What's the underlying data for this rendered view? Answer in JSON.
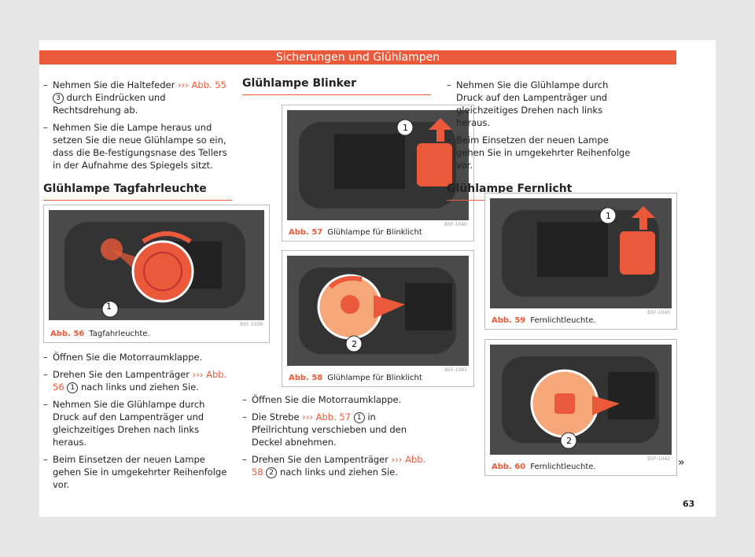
{
  "header": "Sicherungen und Glühlampen",
  "col1": {
    "bullets_top": [
      {
        "pre": "Nehmen Sie die Haltefeder ",
        "ref": "››› Abb. 55",
        "num": "3",
        "post": " durch Eindrücken und Rechtsdrehung ab."
      },
      {
        "text": "Nehmen Sie die Lampe heraus und setzen Sie die neue Glühlampe so ein, dass die Be-festigungsnase des Tellers in der Aufnahme des Spiegels sitzt."
      }
    ],
    "section_title": "Glühlampe Tagfahrleuchte",
    "figure": {
      "code": "B5F-1039",
      "label": "Abb. 56",
      "caption": "Tagfahrleuchte.",
      "callout": "1"
    },
    "bullets_bottom": [
      {
        "text": "Öffnen Sie die Motorraumklappe."
      },
      {
        "pre": "Drehen Sie den Lampenträger ",
        "ref": "››› Abb. 56",
        "num": "1",
        "post": " nach links und ziehen Sie."
      },
      {
        "text": "Nehmen Sie die Glühlampe durch Druck auf den Lampenträger und gleichzeitiges Drehen nach links heraus."
      },
      {
        "text": "Beim Einsetzen der neuen Lampe gehen Sie in umgekehrter Reihenfolge vor."
      }
    ]
  },
  "col2": {
    "section_title": "Glühlampe Blinker",
    "figure1": {
      "code": "B5F-1040",
      "label": "Abb. 57",
      "caption": "Glühlampe für Blinklicht",
      "callout": "1"
    },
    "figure2": {
      "code": "B5F-1041",
      "label": "Abb. 58",
      "caption": "Glühlampe für Blinklicht",
      "callout": "2"
    },
    "bullets": [
      {
        "text": "Öffnen Sie die Motorraumklappe."
      },
      {
        "pre": "Die Strebe ",
        "ref": "››› Abb. 57",
        "num": "1",
        "post": " in Pfeilrichtung verschieben und den Deckel abnehmen."
      },
      {
        "pre": "Drehen Sie den Lampenträger ",
        "ref": "››› Abb. 58",
        "num": "2",
        "post": " nach links und ziehen Sie."
      }
    ]
  },
  "col3": {
    "bullets": [
      {
        "text": "Nehmen Sie die Glühlampe durch Druck auf den Lampenträger und gleichzeitiges Drehen nach links heraus."
      },
      {
        "text": "Beim Einsetzen der neuen Lampe gehen Sie in umgekehrter Reihenfolge vor."
      }
    ],
    "section_title": "Glühlampe Fernlicht",
    "figure1": {
      "code": "B5F-1040",
      "label": "Abb. 59",
      "caption": "Fernlichtleuchte.",
      "callout": "1"
    },
    "figure2": {
      "code": "B5F-1042",
      "label": "Abb. 60",
      "caption": "Fernlichtleuchte.",
      "callout": "2"
    }
  },
  "continue_icon": "»",
  "page_number": "63",
  "colors": {
    "accent": "#ea5a3a",
    "highlight": "#f26b3a"
  }
}
